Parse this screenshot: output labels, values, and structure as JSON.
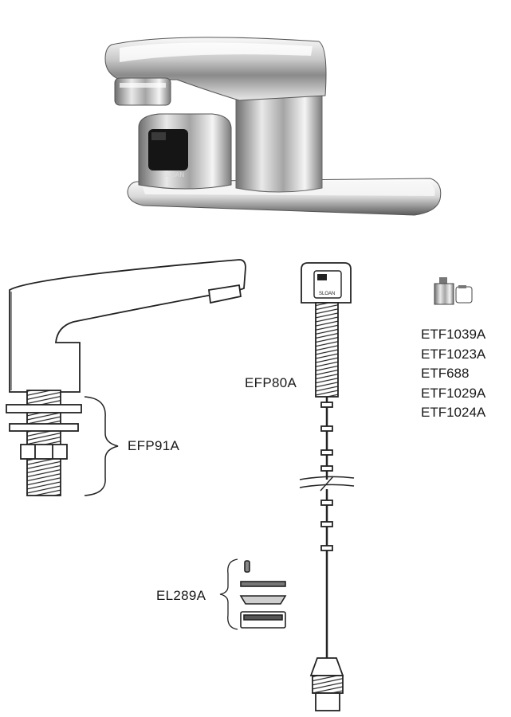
{
  "photo": {
    "brand_mark": "SLOAN"
  },
  "parts": {
    "spout_label": "EFP91A",
    "sensor_label": "EFP80A",
    "sensor_brand_mark": "SLOAN",
    "aerator_label": "EL289A",
    "cartridge_labels": [
      "ETF1039A",
      "ETF1023A",
      "ETF688",
      "ETF1029A",
      "ETF1024A"
    ]
  },
  "colors": {
    "line": "#222222",
    "chrome_dark": "#4a4a4a",
    "chrome_light": "#f2f2f2"
  }
}
